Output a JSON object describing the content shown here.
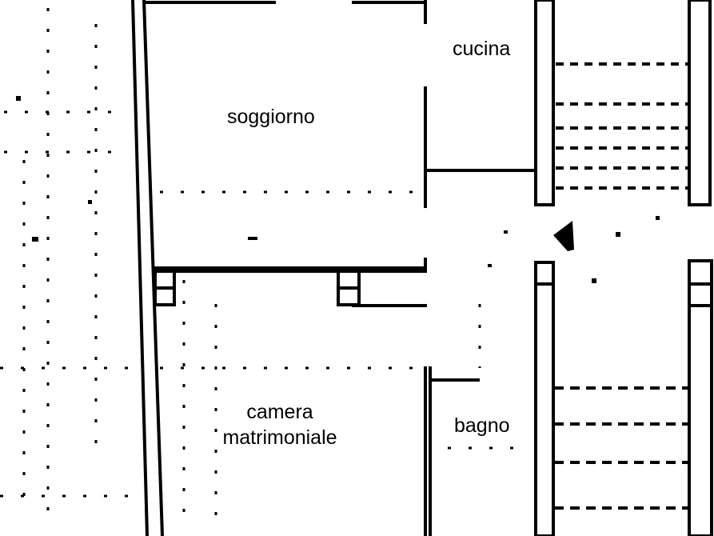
{
  "floor_plan": {
    "rooms": {
      "soggiorno": "soggiorno",
      "cucina": "cucina",
      "camera_line1": "camera",
      "camera_line2": "matrimoniale",
      "bagno": "bagno"
    },
    "colors": {
      "wall": "#000000",
      "background": "#ffffff"
    }
  }
}
